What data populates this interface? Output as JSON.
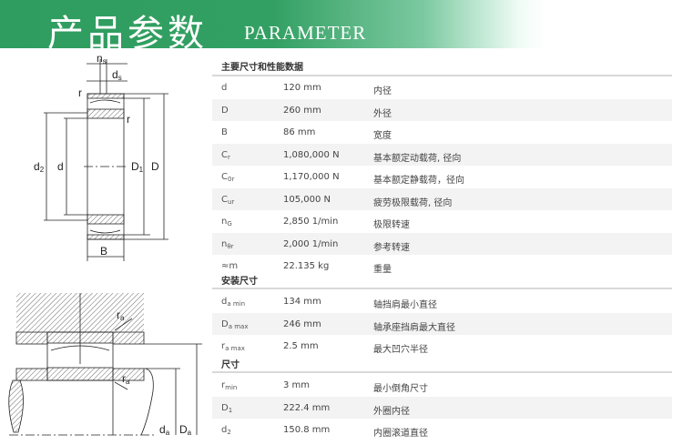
{
  "banner": {
    "title_cn": "产品参数",
    "title_en": "PARAMETER"
  },
  "sections": [
    {
      "title": "主要尺寸和性能数据",
      "rows": [
        {
          "sym": "d",
          "sub": "",
          "value": "120 mm",
          "desc": "内径"
        },
        {
          "sym": "D",
          "sub": "",
          "value": "260 mm",
          "desc": "外径"
        },
        {
          "sym": "B",
          "sub": "",
          "value": "86 mm",
          "desc": "宽度"
        },
        {
          "sym": "C",
          "sub": "r",
          "value": "1,080,000 N",
          "desc": "基本额定动载荷, 径向"
        },
        {
          "sym": "C",
          "sub": "0r",
          "value": "1,170,000 N",
          "desc": "基本额定静载荷，径向"
        },
        {
          "sym": "C",
          "sub": "ur",
          "value": "105,000 N",
          "desc": "疲劳极限载荷, 径向"
        },
        {
          "sym": "n",
          "sub": "G",
          "value": "2,850 1/min",
          "desc": "极限转速"
        },
        {
          "sym": "n",
          "sub": "θr",
          "value": "2,000 1/min",
          "desc": "参考转速"
        },
        {
          "sym": "≈m",
          "sub": "",
          "value": "22.135 kg",
          "desc": "重量"
        }
      ]
    },
    {
      "title": "安装尺寸",
      "rows": [
        {
          "sym": "d",
          "sub": "a min",
          "value": "134 mm",
          "desc": "轴挡肩最小直径"
        },
        {
          "sym": "D",
          "sub": "a max",
          "value": "246 mm",
          "desc": "轴承座挡肩最大直径"
        },
        {
          "sym": "r",
          "sub": "a max",
          "value": "2.5 mm",
          "desc": "最大凹穴半径"
        }
      ]
    },
    {
      "title": "尺寸",
      "rows": [
        {
          "sym": "r",
          "sub": "min",
          "value": "3 mm",
          "desc": "最小倒角尺寸"
        },
        {
          "sym": "D",
          "sub": "1",
          "value": "222.4 mm",
          "desc": "外圈内径"
        },
        {
          "sym": "d",
          "sub": "2",
          "value": "150.8 mm",
          "desc": "内圈滚道直径"
        }
      ]
    }
  ],
  "diagram1": {
    "labels": {
      "ns": "n",
      "ns_sub": "s",
      "ds": "d",
      "ds_sub": "s",
      "r": "r",
      "d2": "d",
      "d2_sub": "2",
      "d": "d",
      "D1": "D",
      "D1_sub": "1",
      "D": "D",
      "B": "B"
    }
  },
  "diagram2": {
    "labels": {
      "ra": "r",
      "ra_sub": "a",
      "da": "d",
      "da_sub": "a",
      "Da": "D",
      "Da_sub": "a"
    }
  }
}
